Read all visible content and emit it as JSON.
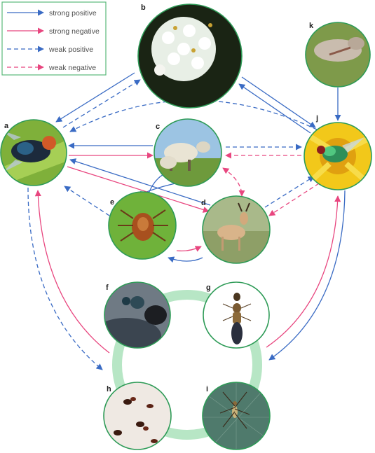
{
  "legend": {
    "items": [
      {
        "key": "strong_positive",
        "label": "strong positive",
        "color": "#3a6bc4",
        "dashed": false
      },
      {
        "key": "strong_negative",
        "label": "strong negative",
        "color": "#e8467f",
        "dashed": false
      },
      {
        "key": "weak_positive",
        "label": "weak positive",
        "color": "#3a6bc4",
        "dashed": true
      },
      {
        "key": "weak_negative",
        "label": "weak negative",
        "color": "#e8467f",
        "dashed": true
      }
    ]
  },
  "colors": {
    "circle_stroke": "#2e9b57",
    "ring": "#b7e6c5",
    "legend_border": "#5ab97a"
  },
  "nodes": [
    {
      "id": "a",
      "label": "a",
      "icon": "blowfly-icon"
    },
    {
      "id": "b",
      "label": "b",
      "icon": "allium-flower-icon"
    },
    {
      "id": "c",
      "label": "c",
      "icon": "sheep-icon"
    },
    {
      "id": "d",
      "label": "d",
      "icon": "antelope-icon"
    },
    {
      "id": "e",
      "label": "e",
      "icon": "tick-icon"
    },
    {
      "id": "f",
      "label": "f",
      "icon": "wasp-icon"
    },
    {
      "id": "g",
      "label": "g",
      "icon": "rove-beetle-icon"
    },
    {
      "id": "h",
      "label": "h",
      "icon": "ants-icon"
    },
    {
      "id": "i",
      "label": "i",
      "icon": "spider-icon"
    },
    {
      "id": "j",
      "label": "j",
      "icon": "green-fly-on-flower-icon"
    },
    {
      "id": "k",
      "label": "k",
      "icon": "carcass-icon"
    }
  ],
  "edges": [
    {
      "from": "b",
      "to": "a",
      "type": "strong_positive"
    },
    {
      "from": "a",
      "to": "b",
      "type": "weak_positive"
    },
    {
      "from": "b",
      "to": "j",
      "type": "strong_positive"
    },
    {
      "from": "j",
      "to": "b",
      "type": "strong_positive"
    },
    {
      "from": "k",
      "to": "j",
      "type": "strong_positive"
    },
    {
      "from": "j",
      "to": "a",
      "type": "weak_positive"
    },
    {
      "from": "c",
      "to": "a",
      "type": "strong_positive"
    },
    {
      "from": "a",
      "to": "c",
      "type": "strong_negative"
    },
    {
      "from": "c",
      "to": "j",
      "type": "weak_positive"
    },
    {
      "from": "j",
      "to": "c",
      "type": "weak_negative"
    },
    {
      "from": "c",
      "to": "d",
      "type": "weak_negative"
    },
    {
      "from": "d",
      "to": "c",
      "type": "weak_negative"
    },
    {
      "from": "e",
      "to": "c",
      "type": "strong_positive"
    },
    {
      "from": "c",
      "to": "e",
      "type": "strong_positive"
    },
    {
      "from": "e",
      "to": "d",
      "type": "strong_negative"
    },
    {
      "from": "d",
      "to": "e",
      "type": "strong_positive"
    },
    {
      "from": "a",
      "to": "d",
      "type": "strong_negative"
    },
    {
      "from": "d",
      "to": "a",
      "type": "strong_positive"
    },
    {
      "from": "e",
      "to": "a",
      "type": "weak_positive"
    },
    {
      "from": "d",
      "to": "j",
      "type": "weak_positive"
    },
    {
      "from": "j",
      "to": "d",
      "type": "weak_negative"
    },
    {
      "from": "a",
      "to": "predators",
      "type": "weak_positive"
    },
    {
      "from": "predators",
      "to": "a",
      "type": "strong_negative"
    },
    {
      "from": "j",
      "to": "predators",
      "type": "strong_positive"
    },
    {
      "from": "predators",
      "to": "j",
      "type": "strong_negative"
    }
  ]
}
